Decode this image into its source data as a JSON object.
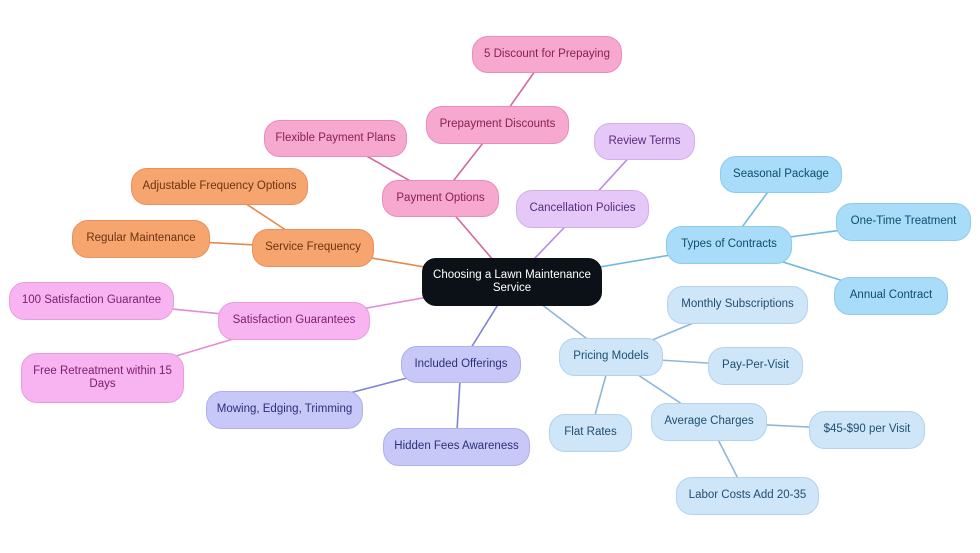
{
  "colors": {
    "pink_line": "#d4689e",
    "orange_line": "#e08a4e",
    "magenta_line": "#e48ad8",
    "violet_line": "#b88ae0",
    "indigo_line": "#7f82d6",
    "sky_line": "#6fb8e0",
    "pale_line": "#8fb6d8"
  },
  "root": {
    "label": "Choosing a Lawn Maintenance Service"
  },
  "nodes": {
    "discount_prepay": "5 Discount for Prepaying",
    "prepayment_discounts": "Prepayment Discounts",
    "flexible_payment_plans": "Flexible Payment Plans",
    "payment_options": "Payment Options",
    "review_terms": "Review Terms",
    "cancellation_policies": "Cancellation Policies",
    "adjustable_frequency": "Adjustable Frequency Options",
    "regular_maintenance": "Regular Maintenance",
    "service_frequency": "Service Frequency",
    "seasonal_package": "Seasonal Package",
    "one_time_treatment": "One-Time Treatment",
    "types_of_contracts": "Types of Contracts",
    "annual_contract": "Annual Contract",
    "satisfaction_100": "100 Satisfaction Guarantee",
    "satisfaction_guarantees": "Satisfaction Guarantees",
    "free_retreatment": "Free Retreatment within 15 Days",
    "monthly_subscriptions": "Monthly Subscriptions",
    "pricing_models": "Pricing Models",
    "pay_per_visit": "Pay-Per-Visit",
    "included_offerings": "Included Offerings",
    "mowing_edging": "Mowing, Edging, Trimming",
    "hidden_fees": "Hidden Fees Awareness",
    "flat_rates": "Flat Rates",
    "average_charges": "Average Charges",
    "price_range": "$45-$90 per Visit",
    "labor_costs": "Labor Costs Add 20-35"
  }
}
